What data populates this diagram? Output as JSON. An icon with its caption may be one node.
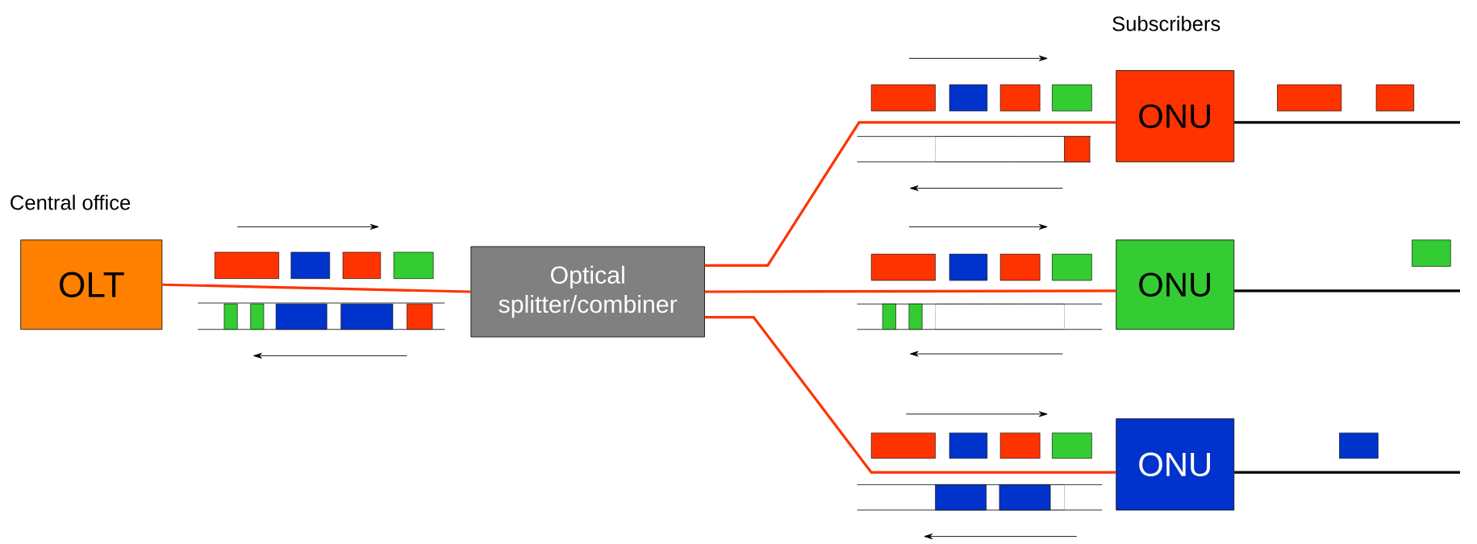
{
  "diagram": {
    "nodes": [
      {
        "text": [
          "OLT"
        ],
        "beside": [
          "Central office"
        ]
      },
      {
        "text": [
          "Optical splitter/combiner"
        ]
      },
      {
        "text": [
          "ONU"
        ]
      },
      {
        "text": [
          "ONU"
        ]
      },
      {
        "text": [
          "ONU"
        ]
      }
    ],
    "edges": [
      {
        "from": 0,
        "to": 1,
        "arrow": "none"
      },
      {
        "from": 1,
        "to": 2,
        "arrow": "none"
      },
      {
        "from": 1,
        "to": 3,
        "arrow": "none"
      },
      {
        "from": 1,
        "to": 4,
        "arrow": "none"
      },
      {
        "from": 2,
        "to": null,
        "arrow": "none",
        "color": "#000000"
      },
      {
        "from": 3,
        "to": null,
        "arrow": "none",
        "color": "#000000"
      },
      {
        "from": 4,
        "to": null,
        "arrow": "none",
        "color": "#000000"
      }
    ],
    "labels": [
      "Subscribers"
    ]
  }
}
